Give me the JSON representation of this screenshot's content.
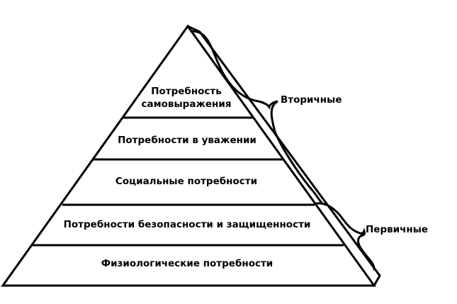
{
  "pyramid": {
    "levels": [
      {
        "lines": [
          "Потребность",
          "самовыражения"
        ]
      },
      {
        "lines": [
          "Потребности в уважении"
        ]
      },
      {
        "lines": [
          "Социальные потребности"
        ]
      },
      {
        "lines": [
          "Потребности безопасности и защищенности"
        ]
      },
      {
        "lines": [
          "Физиологические потребности"
        ]
      }
    ]
  },
  "groups": {
    "secondary": "Вторичные",
    "primary": "Первичные"
  },
  "colors": {
    "line": "#000000",
    "background": "#ffffff"
  }
}
